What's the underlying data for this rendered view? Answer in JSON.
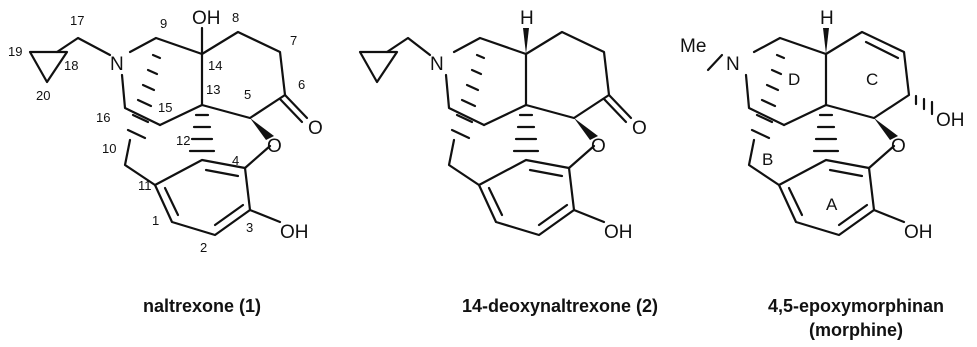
{
  "captions": {
    "naltrexone": "naltrexone (1)",
    "deoxy": "14-deoxynaltrexone (2)",
    "morphinan_line1": "4,5-epoxymorphinan",
    "morphinan_line2": "(morphine)"
  },
  "naltrexone_atoms": {
    "n": "N",
    "oh14": "OH",
    "o_ketone": "O",
    "o_ether": "O",
    "oh3": "OH"
  },
  "naltrexone_numbers": [
    "1",
    "2",
    "3",
    "4",
    "5",
    "6",
    "7",
    "8",
    "9",
    "10",
    "11",
    "12",
    "13",
    "14",
    "15",
    "16",
    "17",
    "18",
    "19",
    "20"
  ],
  "deoxy_atoms": {
    "h": "H",
    "n": "N",
    "o_ketone": "O",
    "o_ether": "O",
    "oh": "OH"
  },
  "morphinan_atoms": {
    "me": "Me",
    "n": "N",
    "h": "H",
    "oh_side": "OH",
    "o_ether": "O",
    "oh": "OH"
  },
  "morphinan_rings": {
    "a": "A",
    "b": "B",
    "c": "C",
    "d": "D"
  }
}
